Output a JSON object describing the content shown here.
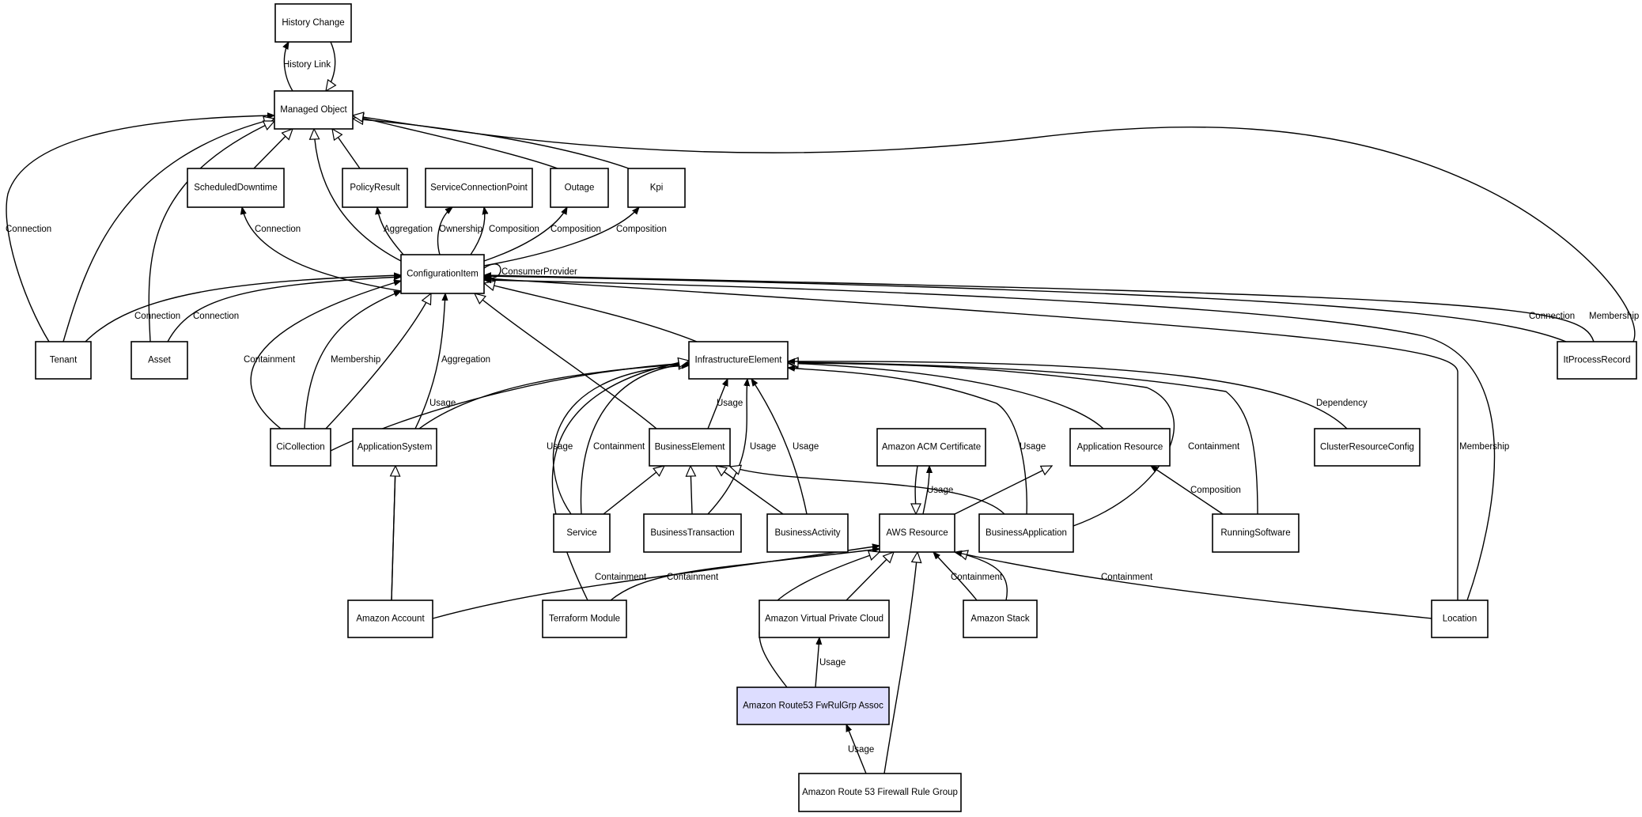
{
  "diagram": {
    "type": "class-relationship-graph",
    "highlight_color": "#ddddff",
    "nodes": [
      {
        "id": "history_change",
        "label": "History Change"
      },
      {
        "id": "managed_object",
        "label": "Managed Object"
      },
      {
        "id": "scheduled_downtime",
        "label": "ScheduledDowntime"
      },
      {
        "id": "policy_result",
        "label": "PolicyResult"
      },
      {
        "id": "service_connection_point",
        "label": "ServiceConnectionPoint"
      },
      {
        "id": "outage",
        "label": "Outage"
      },
      {
        "id": "kpi",
        "label": "Kpi"
      },
      {
        "id": "configuration_item",
        "label": "ConfigurationItem"
      },
      {
        "id": "tenant",
        "label": "Tenant"
      },
      {
        "id": "asset",
        "label": "Asset"
      },
      {
        "id": "it_process_record",
        "label": "ItProcessRecord"
      },
      {
        "id": "infrastructure_element",
        "label": "InfrastructureElement"
      },
      {
        "id": "ci_collection",
        "label": "CiCollection"
      },
      {
        "id": "application_system",
        "label": "ApplicationSystem"
      },
      {
        "id": "business_element",
        "label": "BusinessElement"
      },
      {
        "id": "amazon_acm_certificate",
        "label": "Amazon ACM Certificate"
      },
      {
        "id": "application_resource",
        "label": "Application Resource"
      },
      {
        "id": "cluster_resource_config",
        "label": "ClusterResourceConfig"
      },
      {
        "id": "service",
        "label": "Service"
      },
      {
        "id": "business_transaction",
        "label": "BusinessTransaction"
      },
      {
        "id": "business_activity",
        "label": "BusinessActivity"
      },
      {
        "id": "aws_resource",
        "label": "AWS Resource"
      },
      {
        "id": "business_application",
        "label": "BusinessApplication"
      },
      {
        "id": "running_software",
        "label": "RunningSoftware"
      },
      {
        "id": "amazon_account",
        "label": "Amazon Account"
      },
      {
        "id": "terraform_module",
        "label": "Terraform Module"
      },
      {
        "id": "amazon_vpc",
        "label": "Amazon Virtual Private Cloud"
      },
      {
        "id": "amazon_stack",
        "label": "Amazon Stack"
      },
      {
        "id": "location",
        "label": "Location"
      },
      {
        "id": "route53_fwrulgrp_assoc",
        "label": "Amazon Route53 FwRulGrp Assoc",
        "highlighted": true
      },
      {
        "id": "route53_firewall_rule_group",
        "label": "Amazon Route 53 Firewall Rule Group"
      }
    ],
    "edges": [
      {
        "from": "managed_object",
        "to": "history_change",
        "kind": "association",
        "label": "History Link"
      },
      {
        "from": "history_change",
        "to": "managed_object",
        "kind": "inheritance",
        "label": ""
      },
      {
        "from": "scheduled_downtime",
        "to": "managed_object",
        "kind": "inheritance",
        "label": ""
      },
      {
        "from": "policy_result",
        "to": "managed_object",
        "kind": "inheritance",
        "label": ""
      },
      {
        "from": "configuration_item",
        "to": "managed_object",
        "kind": "inheritance",
        "label": ""
      },
      {
        "from": "outage",
        "to": "managed_object",
        "kind": "inheritance",
        "label": ""
      },
      {
        "from": "kpi",
        "to": "managed_object",
        "kind": "inheritance",
        "label": ""
      },
      {
        "from": "tenant",
        "to": "managed_object",
        "kind": "association",
        "label": "Connection"
      },
      {
        "from": "tenant",
        "to": "managed_object",
        "kind": "inheritance",
        "label": ""
      },
      {
        "from": "asset",
        "to": "managed_object",
        "kind": "inheritance",
        "label": ""
      },
      {
        "from": "it_process_record",
        "to": "managed_object",
        "kind": "inheritance",
        "label": ""
      },
      {
        "from": "configuration_item",
        "to": "scheduled_downtime",
        "kind": "association",
        "label": "Connection"
      },
      {
        "from": "configuration_item",
        "to": "policy_result",
        "kind": "association",
        "label": "Aggregation"
      },
      {
        "from": "configuration_item",
        "to": "service_connection_point",
        "kind": "association",
        "label": "Ownership"
      },
      {
        "from": "configuration_item",
        "to": "service_connection_point",
        "kind": "association",
        "label": "Composition"
      },
      {
        "from": "configuration_item",
        "to": "outage",
        "kind": "association",
        "label": "Composition"
      },
      {
        "from": "configuration_item",
        "to": "kpi",
        "kind": "association",
        "label": "Composition"
      },
      {
        "from": "configuration_item",
        "to": "configuration_item",
        "kind": "association",
        "label": "ConsumerProvider"
      },
      {
        "from": "tenant",
        "to": "configuration_item",
        "kind": "association",
        "label": "Connection"
      },
      {
        "from": "asset",
        "to": "configuration_item",
        "kind": "association",
        "label": "Connection"
      },
      {
        "from": "ci_collection",
        "to": "configuration_item",
        "kind": "association",
        "label": "Containment"
      },
      {
        "from": "ci_collection",
        "to": "configuration_item",
        "kind": "association",
        "label": "Membership"
      },
      {
        "from": "ci_collection",
        "to": "configuration_item",
        "kind": "inheritance",
        "label": ""
      },
      {
        "from": "application_system",
        "to": "configuration_item",
        "kind": "association",
        "label": "Aggregation"
      },
      {
        "from": "business_element",
        "to": "configuration_item",
        "kind": "inheritance",
        "label": ""
      },
      {
        "from": "infrastructure_element",
        "to": "configuration_item",
        "kind": "inheritance",
        "label": ""
      },
      {
        "from": "it_process_record",
        "to": "configuration_item",
        "kind": "association",
        "label": "Connection"
      },
      {
        "from": "it_process_record",
        "to": "configuration_item",
        "kind": "association",
        "label": "Membership"
      },
      {
        "from": "location",
        "to": "configuration_item",
        "kind": "association",
        "label": "Membership"
      },
      {
        "from": "location",
        "to": "configuration_item",
        "kind": "association",
        "label": ""
      },
      {
        "from": "ci_collection",
        "to": "infrastructure_element",
        "kind": "association",
        "label": "Usage"
      },
      {
        "from": "application_system",
        "to": "infrastructure_element",
        "kind": "inheritance",
        "label": ""
      },
      {
        "from": "business_element",
        "to": "infrastructure_element",
        "kind": "association",
        "label": "Usage"
      },
      {
        "from": "service",
        "to": "infrastructure_element",
        "kind": "association",
        "label": "Usage"
      },
      {
        "from": "service",
        "to": "infrastructure_element",
        "kind": "association",
        "label": "Containment"
      },
      {
        "from": "terraform_module",
        "to": "infrastructure_element",
        "kind": "inheritance",
        "label": ""
      },
      {
        "from": "business_transaction",
        "to": "infrastructure_element",
        "kind": "association",
        "label": "Usage"
      },
      {
        "from": "business_activity",
        "to": "infrastructure_element",
        "kind": "association",
        "label": "Usage"
      },
      {
        "from": "business_application",
        "to": "infrastructure_element",
        "kind": "association",
        "label": "Usage"
      },
      {
        "from": "business_application",
        "to": "infrastructure_element",
        "kind": "association",
        "label": "Containment"
      },
      {
        "from": "application_resource",
        "to": "infrastructure_element",
        "kind": "inheritance",
        "label": ""
      },
      {
        "from": "running_software",
        "to": "infrastructure_element",
        "kind": "inheritance",
        "label": ""
      },
      {
        "from": "cluster_resource_config",
        "to": "infrastructure_element",
        "kind": "association",
        "label": "Dependency"
      },
      {
        "from": "service",
        "to": "business_element",
        "kind": "inheritance",
        "label": ""
      },
      {
        "from": "business_transaction",
        "to": "business_element",
        "kind": "inheritance",
        "label": ""
      },
      {
        "from": "business_activity",
        "to": "business_element",
        "kind": "inheritance",
        "label": ""
      },
      {
        "from": "business_application",
        "to": "business_element",
        "kind": "inheritance",
        "label": ""
      },
      {
        "from": "application_system",
        "to": "amazon_account",
        "kind": "none",
        "label": ""
      },
      {
        "from": "amazon_account",
        "to": "application_system",
        "kind": "inheritance",
        "label": ""
      },
      {
        "from": "aws_resource",
        "to": "amazon_acm_certificate",
        "kind": "association",
        "label": "Usage"
      },
      {
        "from": "amazon_acm_certificate",
        "to": "aws_resource",
        "kind": "inheritance",
        "label": ""
      },
      {
        "from": "aws_resource",
        "to": "application_resource",
        "kind": "inheritance",
        "label": ""
      },
      {
        "from": "running_software",
        "to": "application_resource",
        "kind": "association",
        "label": "Composition"
      },
      {
        "from": "amazon_account",
        "to": "aws_resource",
        "kind": "association",
        "label": "Containment"
      },
      {
        "from": "terraform_module",
        "to": "aws_resource",
        "kind": "association",
        "label": "Containment"
      },
      {
        "from": "route53_fwrulgrp_assoc",
        "to": "aws_resource",
        "kind": "inheritance",
        "label": ""
      },
      {
        "from": "amazon_vpc",
        "to": "aws_resource",
        "kind": "inheritance",
        "label": ""
      },
      {
        "from": "route53_firewall_rule_group",
        "to": "aws_resource",
        "kind": "inheritance",
        "label": ""
      },
      {
        "from": "amazon_stack",
        "to": "aws_resource",
        "kind": "association",
        "label": "Containment"
      },
      {
        "from": "amazon_stack",
        "to": "aws_resource",
        "kind": "inheritance",
        "label": ""
      },
      {
        "from": "location",
        "to": "aws_resource",
        "kind": "association",
        "label": "Containment"
      },
      {
        "from": "route53_fwrulgrp_assoc",
        "to": "amazon_vpc",
        "kind": "association",
        "label": "Usage"
      },
      {
        "from": "route53_firewall_rule_group",
        "to": "route53_fwrulgrp_assoc",
        "kind": "association",
        "label": "Usage"
      }
    ]
  }
}
